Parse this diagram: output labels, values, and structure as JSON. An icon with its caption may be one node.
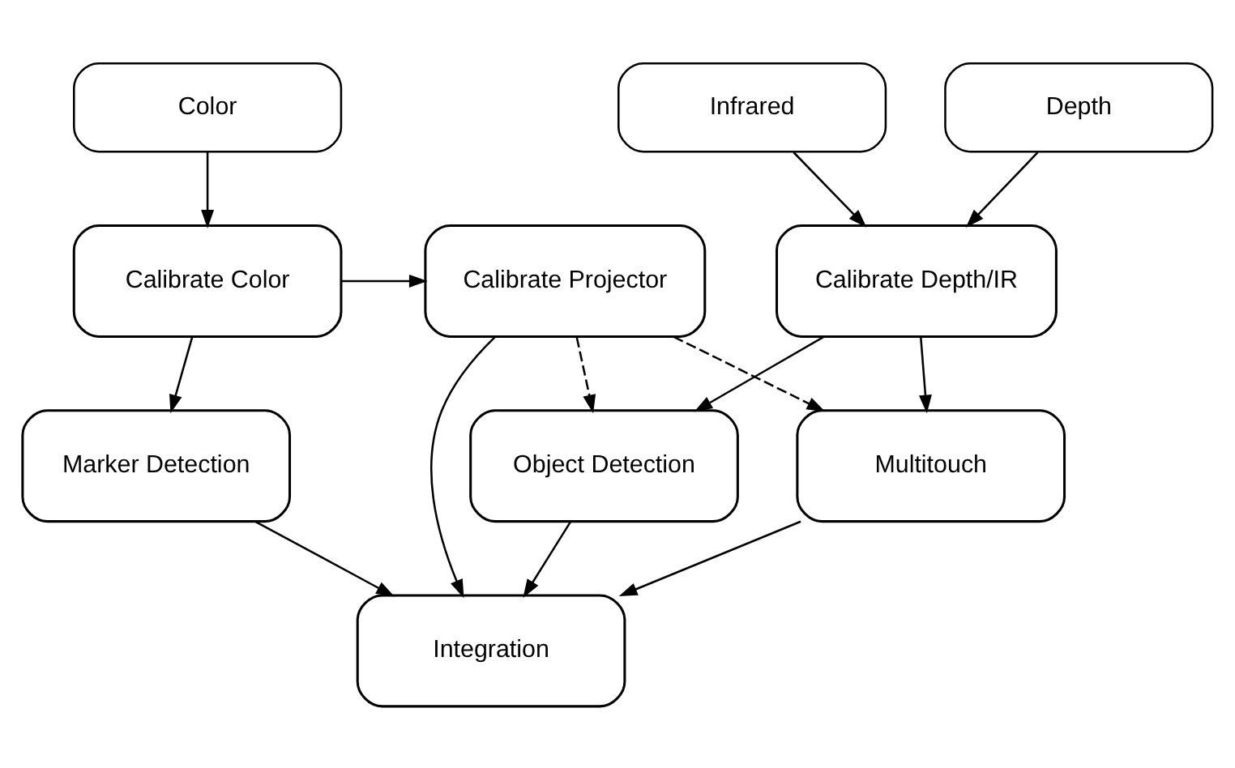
{
  "diagram": {
    "nodes": [
      {
        "text": [
          "Color"
        ]
      },
      {
        "text": [
          "Depth"
        ]
      },
      {
        "text": [
          "Infrared"
        ]
      },
      {
        "text": [
          "Calibrate Color"
        ]
      },
      {
        "text": [
          "Calibrate Projector"
        ]
      },
      {
        "text": [
          "Calibrate Depth/IR"
        ]
      },
      {
        "text": [
          "Marker Detection"
        ]
      },
      {
        "text": [
          "Object Detection"
        ]
      },
      {
        "text": [
          "Multitouch"
        ]
      },
      {
        "text": [
          "Integration"
        ]
      }
    ],
    "edges": [
      {
        "from": 0,
        "to": 3,
        "arrow": "to"
      },
      {
        "from": 1,
        "to": 5,
        "arrow": "to"
      },
      {
        "from": 2,
        "to": 5,
        "arrow": "to"
      },
      {
        "from": 3,
        "to": 4,
        "arrow": "to"
      },
      {
        "from": 3,
        "to": 6,
        "arrow": "to"
      },
      {
        "from": 4,
        "to": 7,
        "arrow": "to",
        "style": "dashed"
      },
      {
        "from": 4,
        "to": 8,
        "arrow": "to",
        "style": "dashed"
      },
      {
        "from": 5,
        "to": 7,
        "arrow": "to"
      },
      {
        "from": 5,
        "to": 8,
        "arrow": "to"
      },
      {
        "from": 4,
        "to": 9,
        "arrow": "to"
      },
      {
        "from": 6,
        "to": 9,
        "arrow": "to"
      },
      {
        "from": 7,
        "to": 9,
        "arrow": "to"
      },
      {
        "from": 8,
        "to": 9,
        "arrow": "to"
      }
    ]
  }
}
